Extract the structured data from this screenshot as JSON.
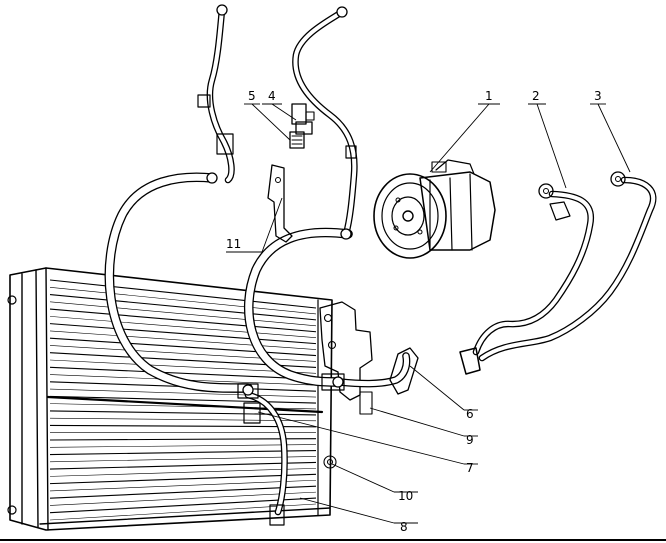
{
  "diagram": {
    "part_labels": [
      "1",
      "2",
      "3",
      "4",
      "5",
      "6",
      "7",
      "8",
      "9",
      "10",
      "11"
    ],
    "accent_color": "#1f3fd6"
  }
}
